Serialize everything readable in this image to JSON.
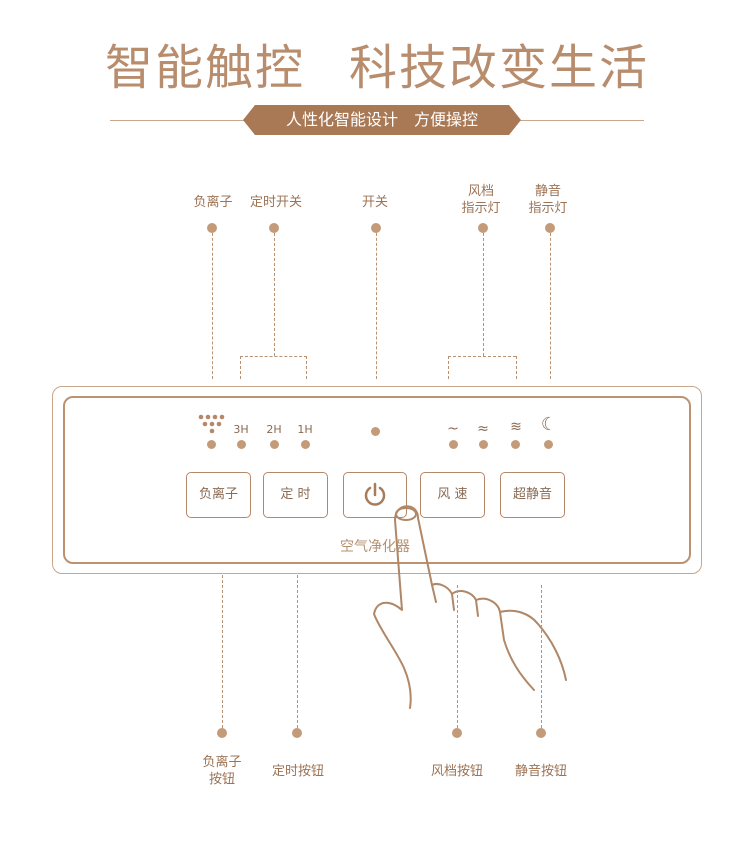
{
  "header": {
    "title_left": "智能触控",
    "title_right": "科技改变生活",
    "banner": "人性化智能设计　方便操控"
  },
  "top_labels": {
    "ion": "负离子",
    "timer_switch": "定时开关",
    "power": "开关",
    "fan_indicator": [
      "风档",
      "指示灯"
    ],
    "silent_indicator": [
      "静音",
      "指示灯"
    ]
  },
  "indicators": {
    "timer": [
      "3H",
      "2H",
      "1H"
    ],
    "fan": [
      "~",
      "≈",
      "≋"
    ],
    "moon": "☾"
  },
  "panel": {
    "buttons": {
      "ion": "负离子",
      "timer": "定 时",
      "fan": "风 速",
      "silent": "超静音"
    },
    "device_label": "空气净化器"
  },
  "bottom_labels": {
    "ion_button": [
      "负离子",
      "按钮"
    ],
    "timer_button": "定时按钮",
    "fan_button": "风档按钮",
    "silent_button": "静音按钮"
  },
  "colors": {
    "accent": "#b88d6e",
    "banner_bg": "#a97955",
    "dot": "#c49b79"
  }
}
